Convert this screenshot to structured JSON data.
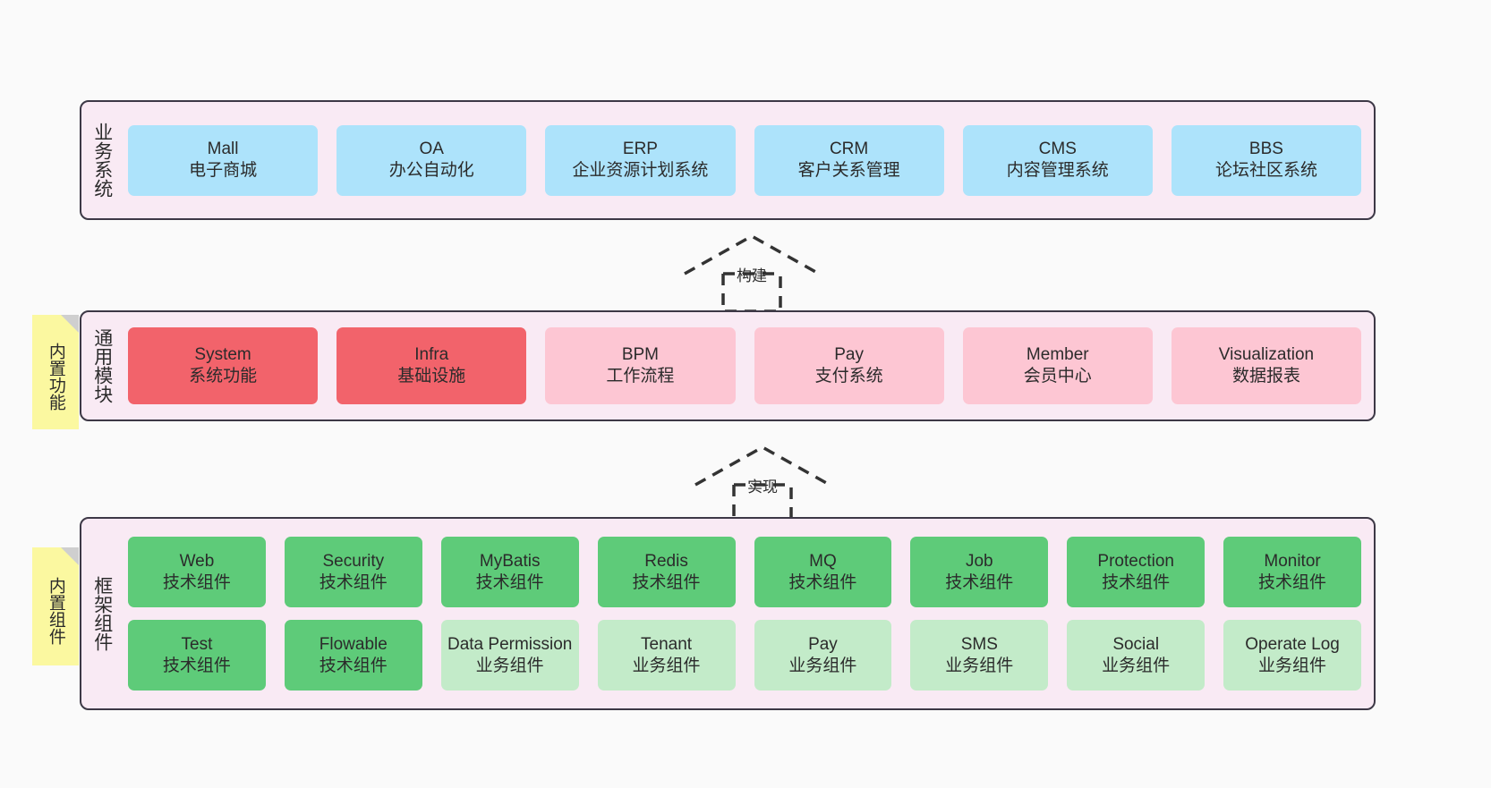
{
  "diagram": {
    "background": "#fafafa",
    "container_fill": "#f9eaf4",
    "container_border": "#3d3846",
    "note_fill": "#fbf8a0",
    "note_fold": "#cfcfcf",
    "colors": {
      "business": "#ade3fb",
      "core_module": "#f2636b",
      "optional_module": "#fdc6d3",
      "tech_component": "#5ecb79",
      "biz_component": "#c3ebc9"
    }
  },
  "layers": [
    {
      "id": "business-system",
      "title": "业务系统",
      "rows": [
        {
          "cards": [
            {
              "name": "Mall",
              "sub": "电子商城",
              "color": "blue"
            },
            {
              "name": "OA",
              "sub": "办公自动化",
              "color": "blue"
            },
            {
              "name": "ERP",
              "sub": "企业资源计划系统",
              "color": "blue"
            },
            {
              "name": "CRM",
              "sub": "客户关系管理",
              "color": "blue"
            },
            {
              "name": "CMS",
              "sub": "内容管理系统",
              "color": "blue"
            },
            {
              "name": "BBS",
              "sub": "论坛社区系统",
              "color": "blue"
            }
          ]
        }
      ]
    },
    {
      "id": "common-module",
      "title": "通用模块",
      "note": "内置功能",
      "rows": [
        {
          "cards": [
            {
              "name": "System",
              "sub": "系统功能",
              "color": "red"
            },
            {
              "name": "Infra",
              "sub": "基础设施",
              "color": "red"
            },
            {
              "name": "BPM",
              "sub": "工作流程",
              "color": "pink"
            },
            {
              "name": "Pay",
              "sub": "支付系统",
              "color": "pink"
            },
            {
              "name": "Member",
              "sub": "会员中心",
              "color": "pink"
            },
            {
              "name": "Visualization",
              "sub": "数据报表",
              "color": "pink"
            }
          ]
        }
      ]
    },
    {
      "id": "framework-component",
      "title": "框架组件",
      "note": "内置组件",
      "rows": [
        {
          "cards": [
            {
              "name": "Web",
              "sub": "技术组件",
              "color": "green"
            },
            {
              "name": "Security",
              "sub": "技术组件",
              "color": "green"
            },
            {
              "name": "MyBatis",
              "sub": "技术组件",
              "color": "green"
            },
            {
              "name": "Redis",
              "sub": "技术组件",
              "color": "green"
            },
            {
              "name": "MQ",
              "sub": "技术组件",
              "color": "green"
            },
            {
              "name": "Job",
              "sub": "技术组件",
              "color": "green"
            },
            {
              "name": "Protection",
              "sub": "技术组件",
              "color": "green"
            },
            {
              "name": "Monitor",
              "sub": "技术组件",
              "color": "green"
            }
          ]
        },
        {
          "cards": [
            {
              "name": "Test",
              "sub": "技术组件",
              "color": "green"
            },
            {
              "name": "Flowable",
              "sub": "技术组件",
              "color": "green"
            },
            {
              "name": "Data Permission",
              "sub": "业务组件",
              "color": "green-light"
            },
            {
              "name": "Tenant",
              "sub": "业务组件",
              "color": "green-light"
            },
            {
              "name": "Pay",
              "sub": "业务组件",
              "color": "green-light"
            },
            {
              "name": "SMS",
              "sub": "业务组件",
              "color": "green-light"
            },
            {
              "name": "Social",
              "sub": "业务组件",
              "color": "green-light"
            },
            {
              "name": "Operate Log",
              "sub": "业务组件",
              "color": "green-light"
            }
          ]
        }
      ]
    }
  ],
  "connectors": [
    {
      "id": "build",
      "label": "构建"
    },
    {
      "id": "implement",
      "label": "实现"
    }
  ]
}
